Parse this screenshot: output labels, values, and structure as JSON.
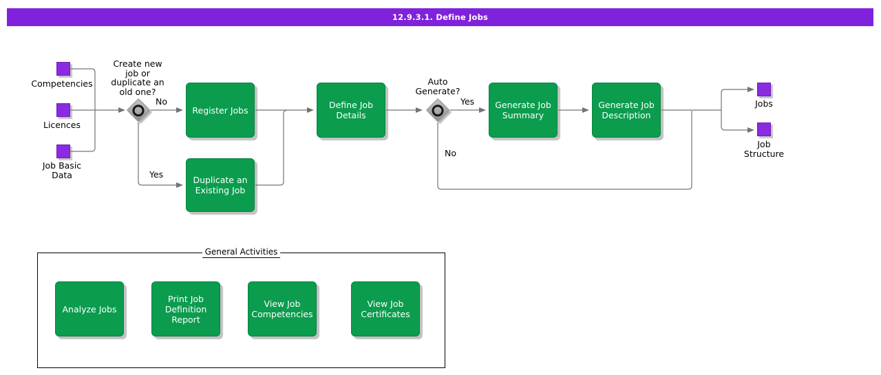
{
  "colors": {
    "header_purple": "#8021DB",
    "entity_purple": "#8A2BE2",
    "activity_green": "#0B9C4E",
    "line_gray": "#737373"
  },
  "header": {
    "title": "12.9.3.1. Define Jobs"
  },
  "inputs": [
    {
      "label": "Competencies"
    },
    {
      "label": "Licences"
    },
    {
      "label": "Job Basic\nData"
    }
  ],
  "decisions": [
    {
      "question": "Create new\njob or\nduplicate an\nold one?",
      "yes": "Yes",
      "no": "No"
    },
    {
      "question": "Auto\nGenerate?",
      "yes": "Yes",
      "no": "No"
    }
  ],
  "activities": {
    "register_jobs": "Register Jobs",
    "duplicate_existing_job": "Duplicate an\nExisting Job",
    "define_job_details": "Define Job\nDetails",
    "generate_job_summary": "Generate Job\nSummary",
    "generate_job_description": "Generate Job\nDescription"
  },
  "outputs": [
    {
      "label": "Jobs"
    },
    {
      "label": "Job\nStructure"
    }
  ],
  "general_activities": {
    "title": "General Activities",
    "items": [
      "Analyze Jobs",
      "Print Job\nDefinition Report",
      "View Job\nCompetencies",
      "View Job\nCertificates"
    ]
  }
}
